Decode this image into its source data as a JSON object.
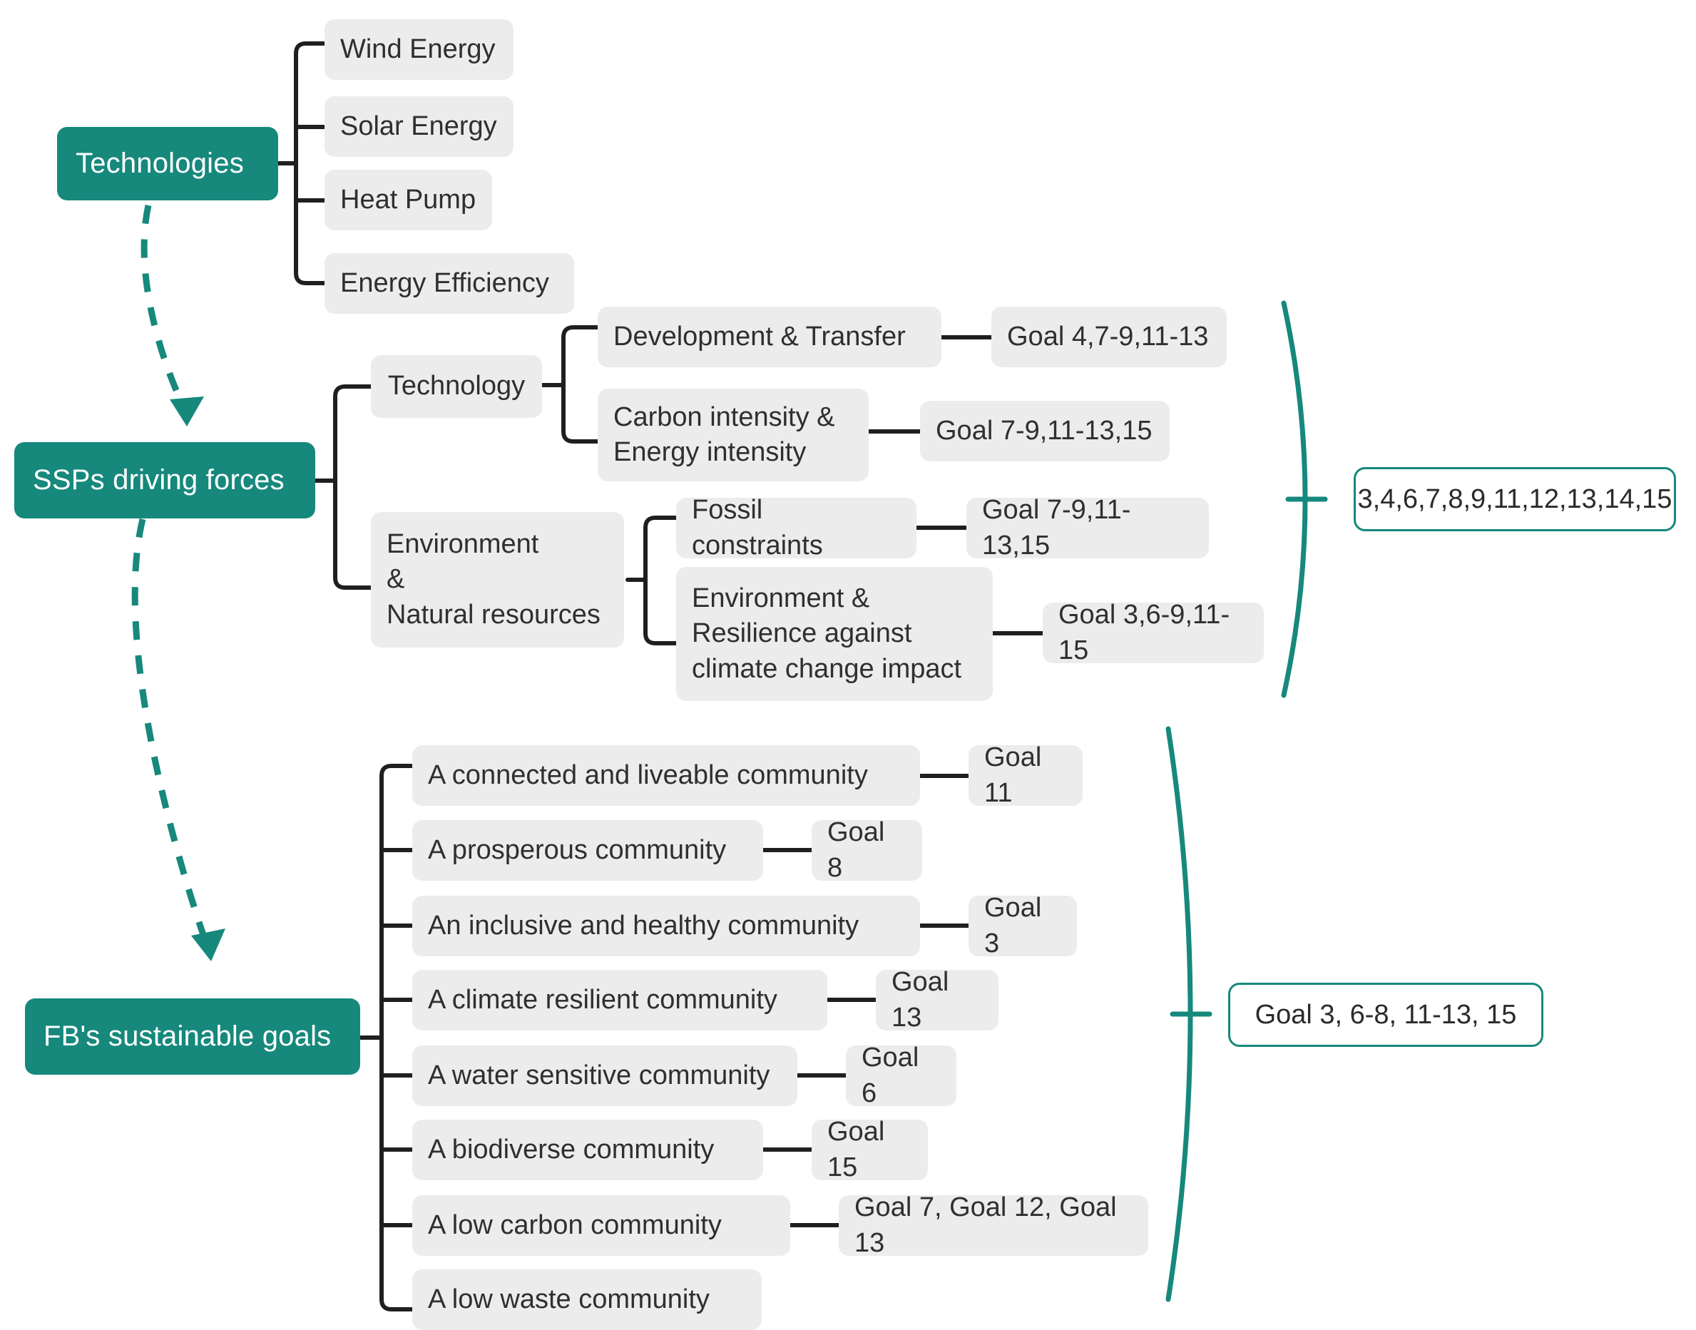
{
  "colors": {
    "accent": "#16887C",
    "node_fill": "#ececec",
    "connector": "#1f1f1f",
    "text": "#2b2b2b",
    "background": "#ffffff"
  },
  "diagram": {
    "type": "mind-map",
    "roots": [
      {
        "id": "technologies",
        "label": "Technologies",
        "children": [
          {
            "label": "Wind Energy"
          },
          {
            "label": "Solar Energy"
          },
          {
            "label": "Heat Pump"
          },
          {
            "label": "Energy Efficiency"
          }
        ]
      },
      {
        "id": "ssps",
        "label": "SSPs driving forces",
        "children": [
          {
            "label": "Technology",
            "children": [
              {
                "label": "Development & Transfer",
                "goal": "Goal 4,7-9,11-13"
              },
              {
                "label": "Carbon intensity &\nEnergy intensity",
                "goal": "Goal 7-9,11-13,15"
              }
            ]
          },
          {
            "label": "Environment\n&\nNatural resources",
            "children": [
              {
                "label": "Fossil constraints",
                "goal": "Goal 7-9,11-13,15"
              },
              {
                "label": "Environment &\nResilience against\nclimate change impact",
                "goal": "Goal 3,6-9,11-15"
              }
            ]
          }
        ],
        "summary": "3,4,6,7,8,9,11,12,13,14,15"
      },
      {
        "id": "fb-goals",
        "label": "FB's sustainable goals",
        "children": [
          {
            "label": "A connected and liveable community",
            "goal": "Goal 11"
          },
          {
            "label": "A prosperous community",
            "goal": "Goal 8"
          },
          {
            "label": "An inclusive and healthy community",
            "goal": "Goal 3"
          },
          {
            "label": "A climate resilient community",
            "goal": "Goal 13"
          },
          {
            "label": "A water sensitive community",
            "goal": "Goal 6"
          },
          {
            "label": "A biodiverse community",
            "goal": "Goal 15"
          },
          {
            "label": "A low carbon community",
            "goal": "Goal 7, Goal 12, Goal 13"
          },
          {
            "label": "A low waste community",
            "goal": ""
          }
        ],
        "summary": "Goal 3, 6-8, 11-13, 15"
      }
    ],
    "flows": [
      {
        "from": "technologies",
        "to": "ssps",
        "style": "dashed-arrow"
      },
      {
        "from": "ssps",
        "to": "fb-goals",
        "style": "dashed-arrow"
      }
    ]
  }
}
